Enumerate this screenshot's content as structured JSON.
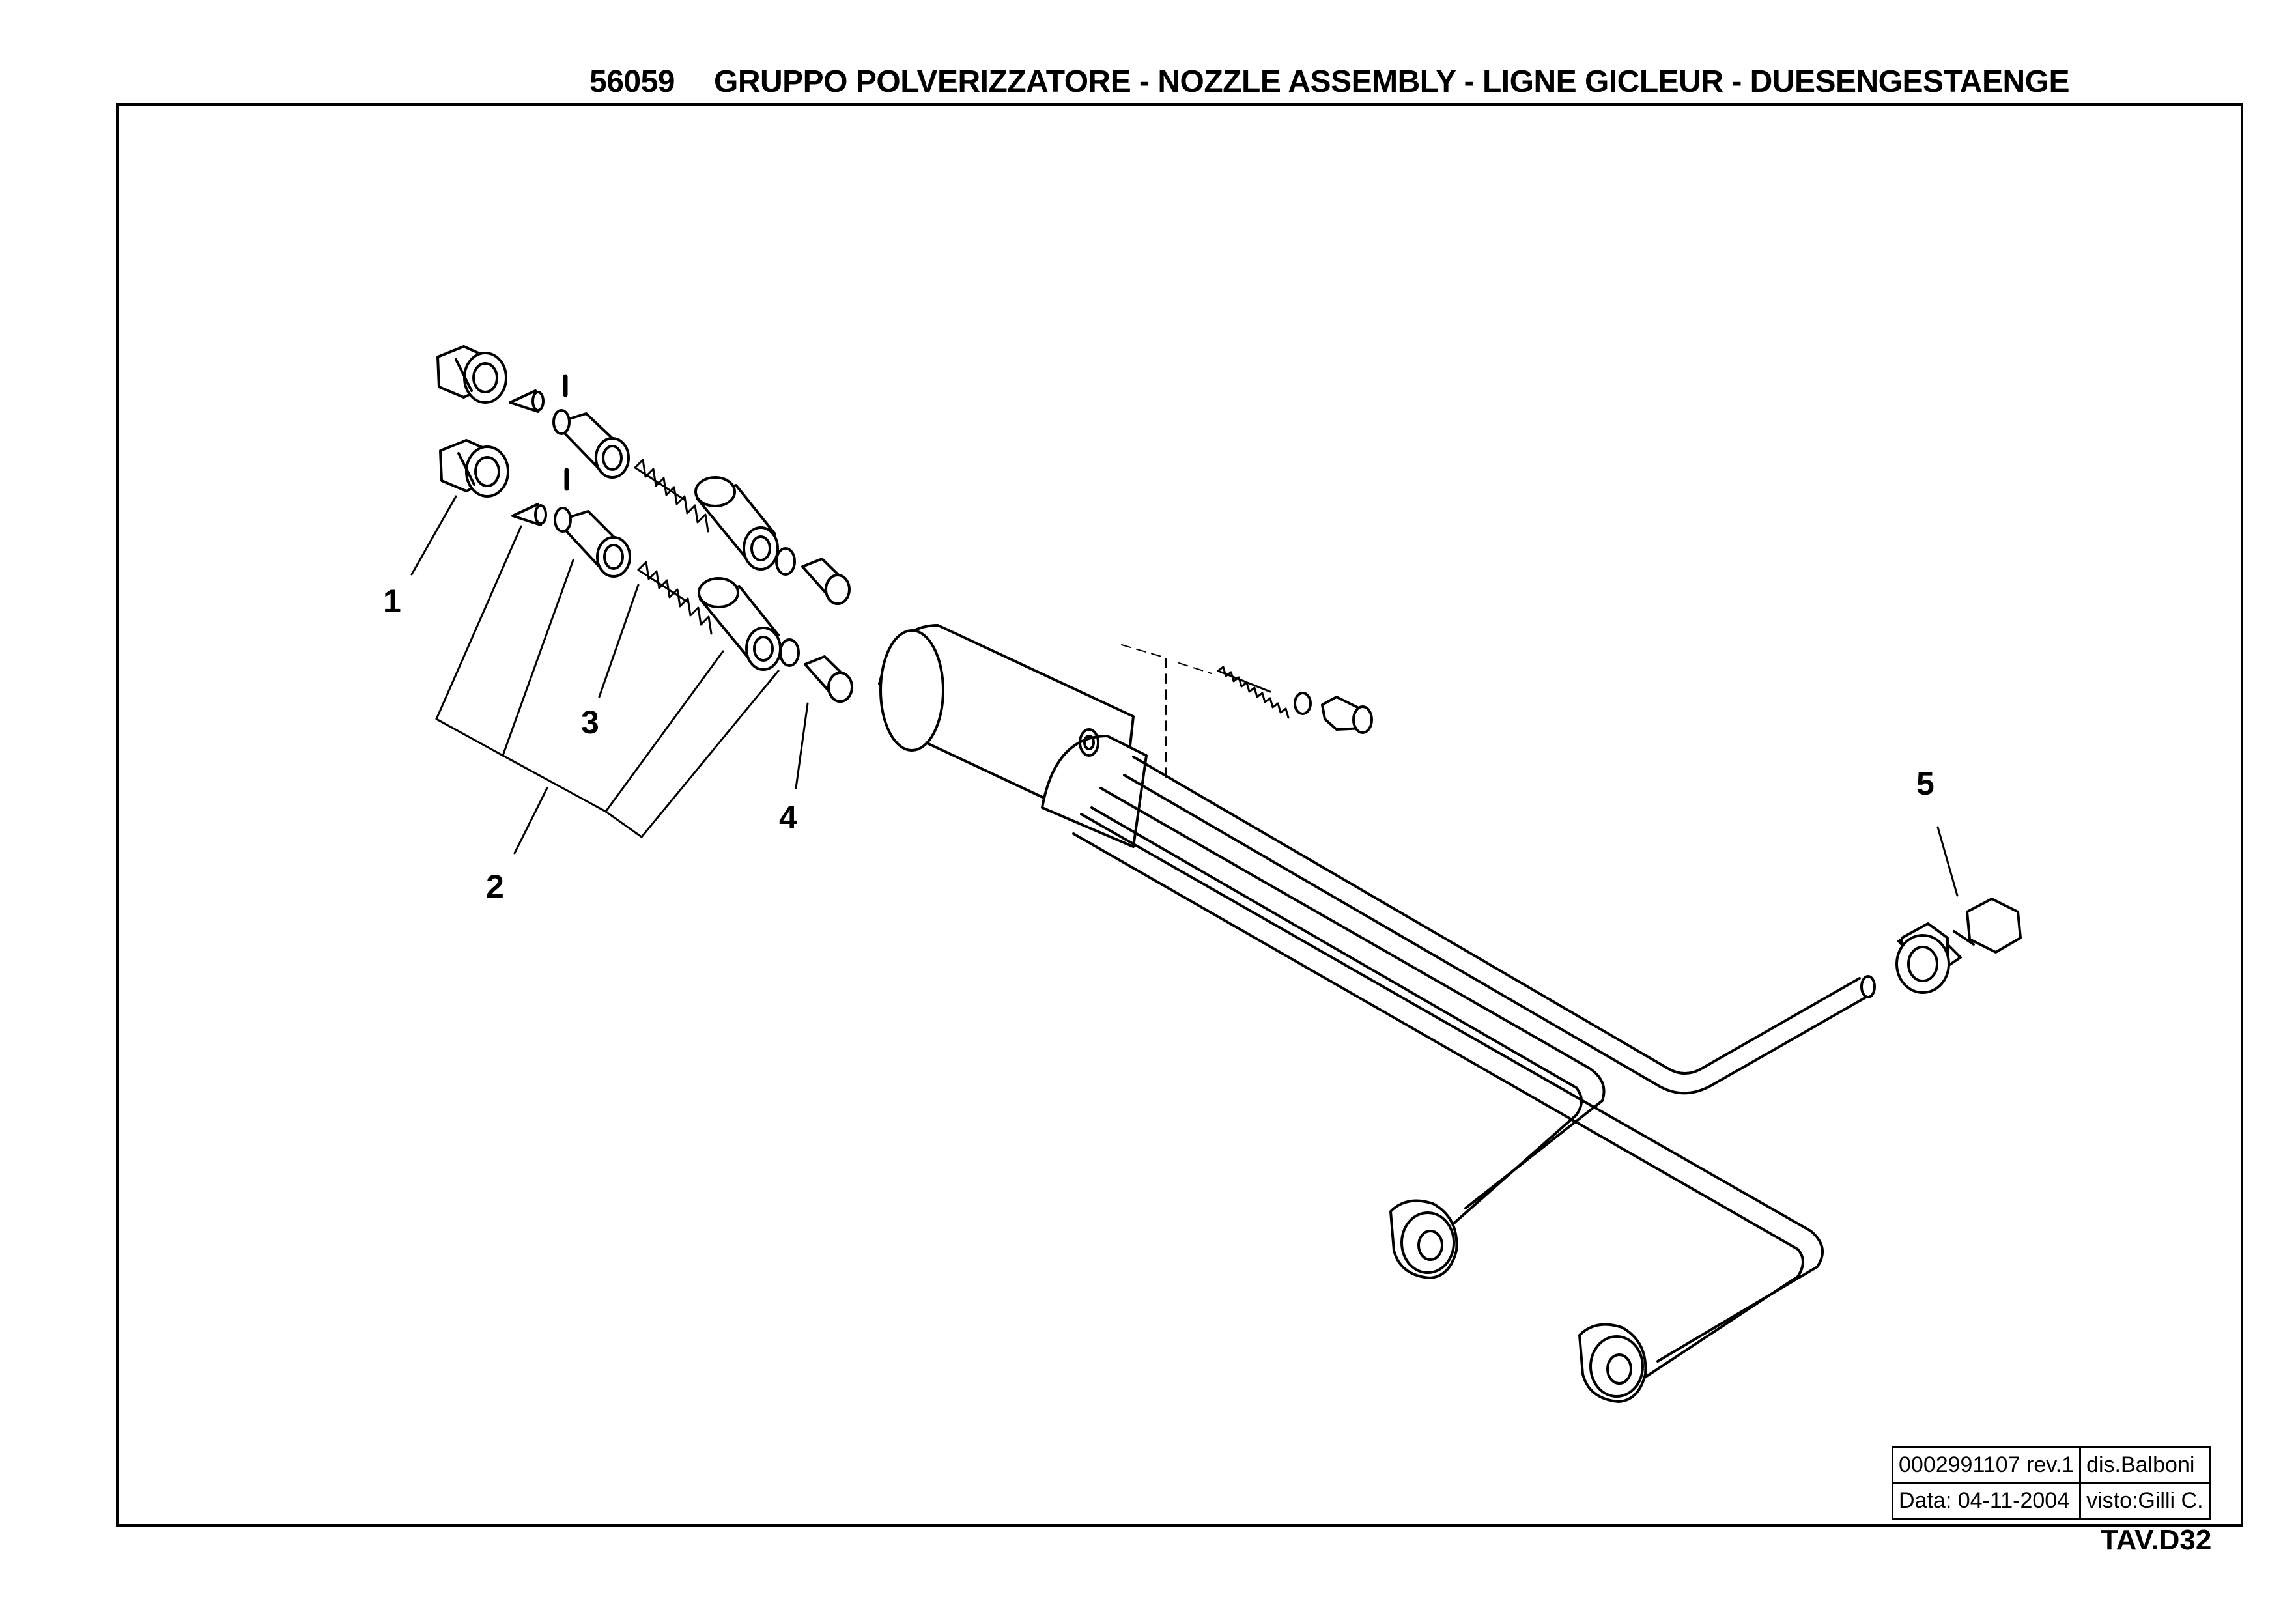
{
  "header": {
    "code": "56059",
    "title": "GRUPPO  POLVERIZZATORE -  NOZZLE ASSEMBLY - LIGNE GICLEUR - DUESENGESTAENGE"
  },
  "callouts": [
    {
      "id": "1",
      "label": "1"
    },
    {
      "id": "2",
      "label": "2"
    },
    {
      "id": "3",
      "label": "3"
    },
    {
      "id": "4",
      "label": "4"
    },
    {
      "id": "5",
      "label": "5"
    }
  ],
  "title_block": {
    "drawing_number": "0002991107  rev.1",
    "drawn_by": "dis.Balboni",
    "date": "Data:  04-11-2004",
    "checked_by": "visto:Gilli C."
  },
  "sheet": "TAV.D32"
}
